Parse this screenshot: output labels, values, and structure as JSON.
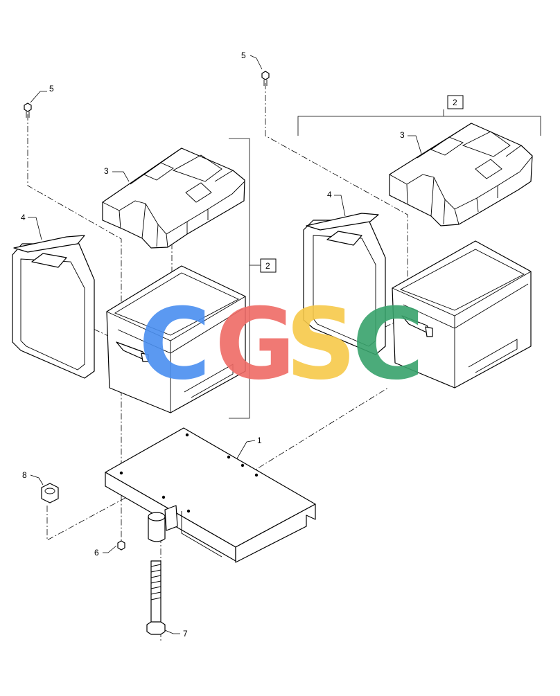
{
  "callouts": {
    "c1": "1",
    "c2_left": "2",
    "c2_right": "2",
    "c3_left": "3",
    "c3_right": "3",
    "c4_left": "4",
    "c4_right": "4",
    "c5_left": "5",
    "c5_right": "5",
    "c6": "6",
    "c7": "7",
    "c8": "8"
  },
  "watermark": {
    "letters": [
      "C",
      "G",
      "S",
      "C"
    ],
    "colors": [
      "#4a8ff0",
      "#ef6b66",
      "#f7c94a",
      "#38a36c"
    ]
  }
}
